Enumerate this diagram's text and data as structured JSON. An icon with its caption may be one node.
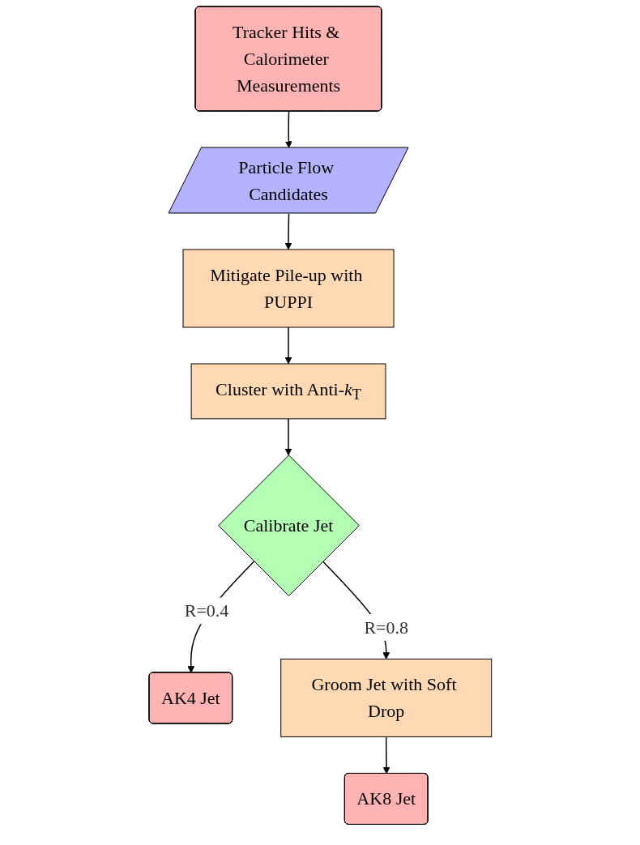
{
  "diagram": {
    "nodes": [
      {
        "text": [
          "Tracker Hits & Calorimeter Measurements"
        ]
      },
      {
        "text": [
          "Particle Flow Candidates"
        ]
      },
      {
        "text": [
          "Mitigate Pile-up with PUPPI"
        ]
      },
      {
        "text": [
          "Cluster with Anti-*k*$_{T}$"
        ]
      },
      {
        "text": [
          "Calibrate Jet"
        ]
      },
      {
        "text": [
          "AK4 Jet"
        ]
      },
      {
        "text": [
          "Groom Jet with Soft Drop"
        ]
      },
      {
        "text": [
          "AK8 Jet"
        ]
      }
    ],
    "edges": [
      {
        "from": 0,
        "to": 1,
        "arrow": "to"
      },
      {
        "from": 1,
        "to": 2,
        "arrow": "to"
      },
      {
        "from": 2,
        "to": 3,
        "arrow": "to"
      },
      {
        "from": 3,
        "to": 4,
        "arrow": "to"
      },
      {
        "from": 4,
        "to": 5,
        "arrow": "to",
        "label": "R=0.4"
      },
      {
        "from": 4,
        "to": 6,
        "arrow": "to",
        "label": "R=0.8"
      },
      {
        "from": 6,
        "to": 7,
        "arrow": "to"
      }
    ]
  }
}
